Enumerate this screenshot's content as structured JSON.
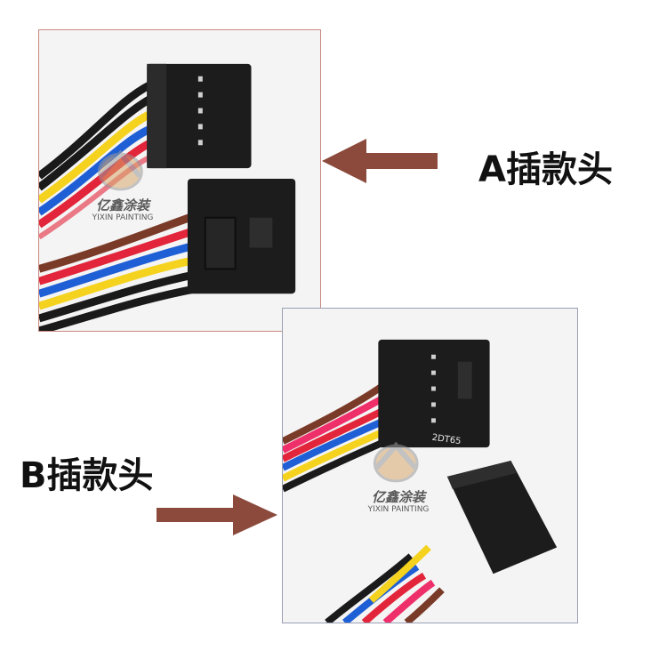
{
  "labels": {
    "a": "A插款头",
    "b": "B插款头"
  },
  "watermark": {
    "cn": "亿鑫涂装",
    "en": "YIXIN PAINTING"
  },
  "connector_marks": {
    "b_code": "2DT65"
  },
  "colors": {
    "arrow": "#8b4a3c",
    "wire_black": "#1a1a1a",
    "wire_yellow": "#f4d21e",
    "wire_blue": "#1f5fd6",
    "wire_red": "#e2253a",
    "wire_pink": "#ee2f6a",
    "wire_brown": "#7a3a28",
    "connector": "#1c1c1c"
  }
}
